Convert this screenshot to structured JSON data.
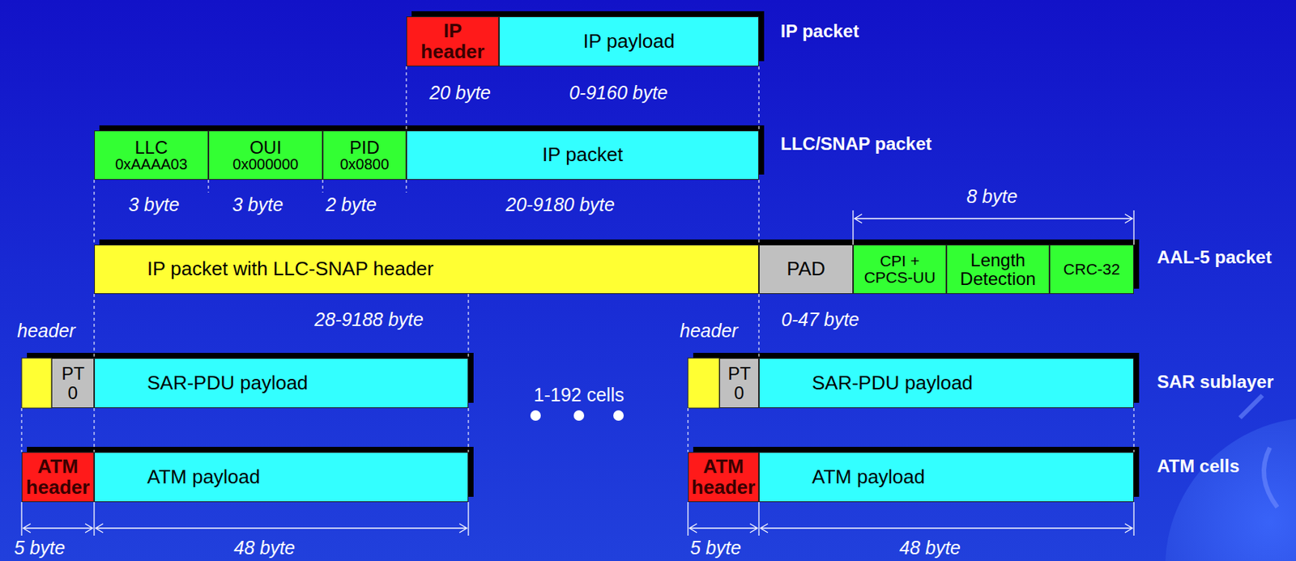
{
  "diagram": {
    "nodes": [
      {
        "text": [
          "IP header"
        ]
      },
      {
        "text": [
          "IP payload"
        ]
      },
      {
        "text": [
          "LLC",
          "0xAAAA03"
        ]
      },
      {
        "text": [
          "OUI",
          "0x000000"
        ]
      },
      {
        "text": [
          "PID",
          "0x0800"
        ]
      },
      {
        "text": [
          "IP packet"
        ]
      },
      {
        "text": [
          "IP packet with LLC-SNAP header"
        ]
      },
      {
        "text": [
          "PAD"
        ]
      },
      {
        "text": [
          "CPI + CPCS-UU"
        ]
      },
      {
        "text": [
          "Length Detection"
        ]
      },
      {
        "text": [
          "CRC-32"
        ]
      },
      {
        "text": [
          "PT 0"
        ]
      },
      {
        "text": [
          "SAR-PDU payload"
        ]
      },
      {
        "text": [
          "PT 0"
        ]
      },
      {
        "text": [
          "SAR-PDU payload"
        ]
      },
      {
        "text": [
          "ATM header"
        ]
      },
      {
        "text": [
          "ATM payload"
        ]
      },
      {
        "text": [
          "ATM header"
        ]
      },
      {
        "text": [
          "ATM payload"
        ]
      }
    ],
    "labels": [
      "IP packet",
      "20 byte",
      "0-9160 byte",
      "LLC/SNAP packet",
      "3 byte",
      "3 byte",
      "2 byte",
      "20-9180 byte",
      "8 byte",
      "AAL-5 packet",
      "28-9188 byte",
      "0-47 byte",
      "header",
      "header",
      "SAR sublayer",
      "1-192 cells",
      "ATM cells",
      "5 byte",
      "48 byte",
      "5 byte",
      "48 byte"
    ]
  }
}
